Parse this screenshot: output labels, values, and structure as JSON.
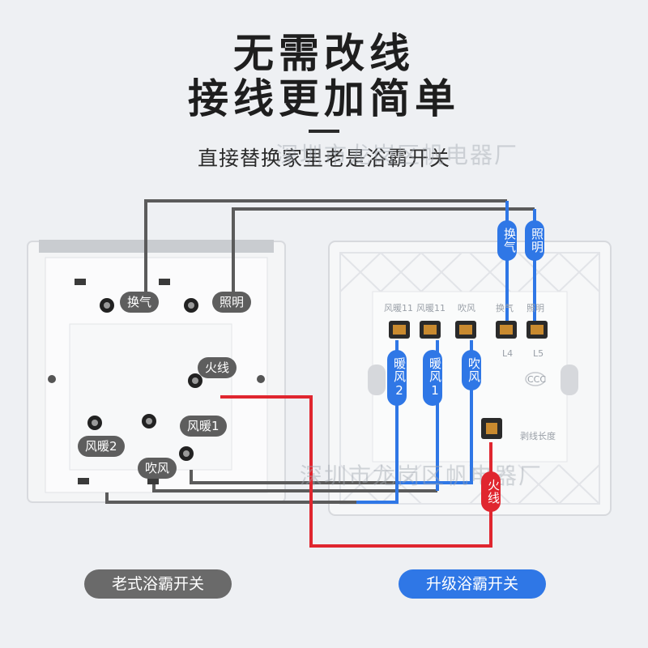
{
  "headline": {
    "line1": "无需改线",
    "line2": "接线更加简单"
  },
  "subtitle": "直接替换家里老是浴霸开关",
  "watermark": {
    "top": "深圳市龙岗区帆电器厂",
    "bottom": "深圳市龙岗区帆电器厂"
  },
  "old_switch": {
    "caption": "老式浴霸开关",
    "labels": {
      "huanqi": "换气",
      "zhaoming": "照明",
      "huoxian": "火线",
      "fengnuan1": "风暖1",
      "fengnuan2": "风暖2",
      "chuifeng": "吹风"
    }
  },
  "new_switch": {
    "caption": "升级浴霸开关",
    "terminal_labels": [
      "风暖11",
      "风暖11",
      "吹风",
      "换气",
      "照明"
    ],
    "terminal_codes": [
      "L4",
      "L5"
    ],
    "wire_tags": {
      "huanqi": "换气",
      "zhaoming": "照明",
      "fengnuan2": "暖风2",
      "fengnuan1": "暖风1",
      "chuifeng": "吹风",
      "huoxian": "火线"
    },
    "small_marks": {
      "cert": "CCC",
      "length": "剥线长度"
    }
  },
  "colors": {
    "wire_gray": "#5b5b5b",
    "wire_blue": "#2f77e6",
    "wire_red": "#e0262f",
    "caption_old": "#6a6a6a",
    "caption_new": "#2f77e6"
  }
}
